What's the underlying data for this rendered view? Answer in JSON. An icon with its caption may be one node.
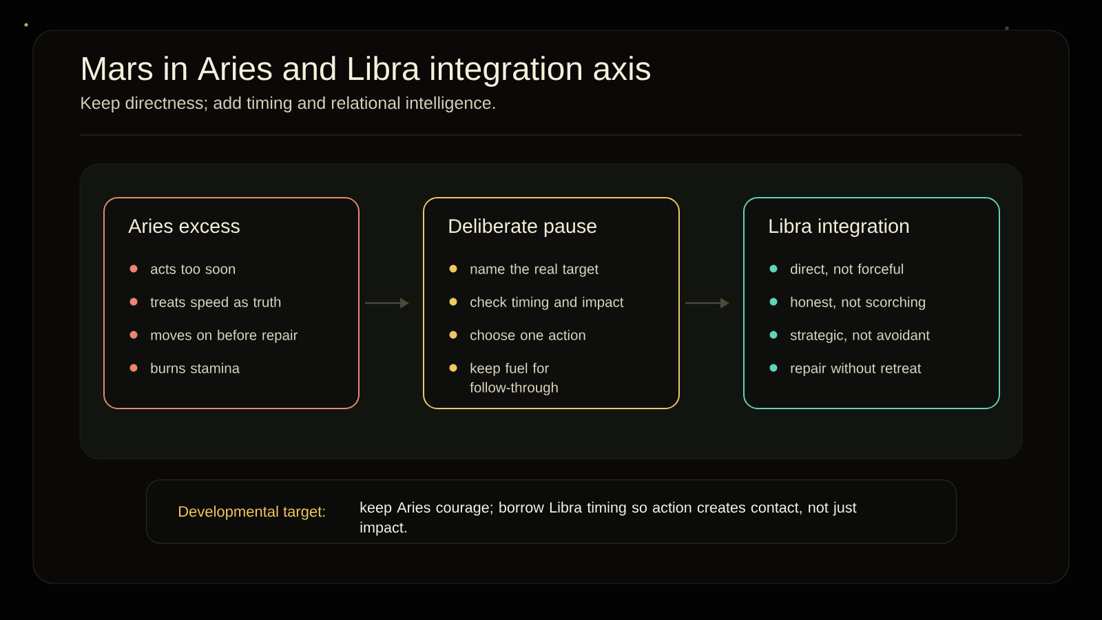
{
  "diagram": {
    "title": "Mars in Aries and Libra integration axis",
    "nodes": [
      {
        "text": [
          "Aries excess",
          "acts too soon",
          "treats speed as truth",
          "moves on before repair",
          "burns stamina"
        ]
      },
      {
        "text": [
          "Deliberate pause",
          "name the real target",
          "check timing and impact",
          "choose one action",
          "keep fuel for follow-through"
        ]
      },
      {
        "text": [
          "Libra integration",
          "direct, not forceful",
          "honest, not scorching",
          "strategic, not avoidant",
          "repair without retreat"
        ]
      },
      {
        "text": [
          "Developmental target:",
          "keep Aries courage; borrow Libra timing so action creates contact, not just impact."
        ]
      }
    ],
    "edges": [
      {
        "from": 0,
        "to": 1,
        "arrow": "to"
      },
      {
        "from": 1,
        "to": 2,
        "arrow": "to"
      }
    ],
    "labels": [
      "Keep directness; add timing and relational intelligence."
    ]
  }
}
